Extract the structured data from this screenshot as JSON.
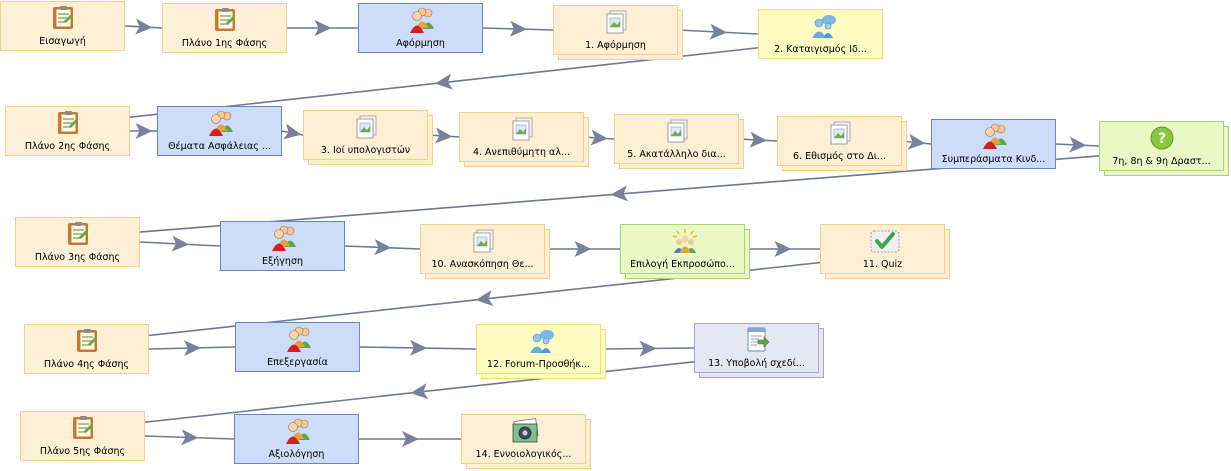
{
  "nodes": {
    "intro": {
      "label": "Εισαγωγή",
      "icon": "notebook-icon"
    },
    "plan1": {
      "label": "Πλάνο 1ης Φάσης",
      "icon": "notebook-icon"
    },
    "aformisi_group": {
      "label": "Αφόρμηση",
      "icon": "people-group-icon"
    },
    "a1": {
      "label": "1. Αφόρμηση",
      "icon": "picture-resource-icon"
    },
    "a2": {
      "label": "2. Καταιγισμός Ιδ...",
      "icon": "forum-chat-icon"
    },
    "plan2": {
      "label": "Πλάνο 2ης Φάσης",
      "icon": "notebook-icon"
    },
    "themata_group": {
      "label": "Θέματα Ασφάλειας ...",
      "icon": "people-group-icon"
    },
    "a3": {
      "label": "3. Ιοί υπολογιστών",
      "icon": "picture-resource-icon"
    },
    "a4": {
      "label": "4. Ανεπιθύμητη αλ...",
      "icon": "picture-resource-icon"
    },
    "a5": {
      "label": "5. Ακατάλληλο δια...",
      "icon": "picture-resource-icon"
    },
    "a6": {
      "label": "6. Εθισμός στο Δι...",
      "icon": "picture-resource-icon"
    },
    "symperasmata_group": {
      "label": "Συμπεράσματα Κινδ...",
      "icon": "people-group-icon"
    },
    "a789": {
      "label": "7η, 8η & 9η Δραστ...",
      "icon": "question-icon"
    },
    "plan3": {
      "label": "Πλάνο 3ης Φάσης",
      "icon": "notebook-icon"
    },
    "eksigisi_group": {
      "label": "Εξήγηση",
      "icon": "people-group-icon"
    },
    "a10": {
      "label": "10. Ανασκόπηση Θε...",
      "icon": "picture-resource-icon"
    },
    "choice": {
      "label": "Επιλογή Εκπροσώπο...",
      "icon": "representative-icon"
    },
    "a11": {
      "label": "11. Quiz",
      "icon": "checkmark-quiz-icon"
    },
    "plan4": {
      "label": "Πλάνο 4ης Φάσης",
      "icon": "notebook-icon"
    },
    "epeksergasia_group": {
      "label": "Επεξεργασία",
      "icon": "people-group-icon"
    },
    "a12": {
      "label": "12. Forum-Προσθήκ...",
      "icon": "forum-chat-icon"
    },
    "a13": {
      "label": "13. Υποβολή σχεδί...",
      "icon": "submit-document-icon"
    },
    "plan5": {
      "label": "Πλάνο 5ης Φάσης",
      "icon": "notebook-icon"
    },
    "aksiologisi_group": {
      "label": "Αξιολόγηση",
      "icon": "people-group-icon"
    },
    "a14": {
      "label": "14. Εννοιολογικός...",
      "icon": "media-image-icon"
    }
  },
  "edges": [
    [
      "intro",
      "plan1"
    ],
    [
      "plan1",
      "aformisi_group"
    ],
    [
      "aformisi_group",
      "a1"
    ],
    [
      "a1",
      "a2"
    ],
    [
      "a2",
      "plan2"
    ],
    [
      "plan2",
      "themata_group"
    ],
    [
      "themata_group",
      "a3"
    ],
    [
      "a3",
      "a4"
    ],
    [
      "a4",
      "a5"
    ],
    [
      "a5",
      "a6"
    ],
    [
      "a6",
      "symperasmata_group"
    ],
    [
      "symperasmata_group",
      "a789"
    ],
    [
      "a789",
      "plan3"
    ],
    [
      "plan3",
      "eksigisi_group"
    ],
    [
      "eksigisi_group",
      "a10"
    ],
    [
      "a10",
      "choice"
    ],
    [
      "choice",
      "a11"
    ],
    [
      "a11",
      "plan4"
    ],
    [
      "plan4",
      "epeksergasia_group"
    ],
    [
      "epeksergasia_group",
      "a12"
    ],
    [
      "a12",
      "a13"
    ],
    [
      "a13",
      "plan5"
    ],
    [
      "plan5",
      "aksiologisi_group"
    ],
    [
      "aksiologisi_group",
      "a14"
    ]
  ],
  "colors": {
    "edge": "#6f7796",
    "arrow": "#7a819c"
  }
}
